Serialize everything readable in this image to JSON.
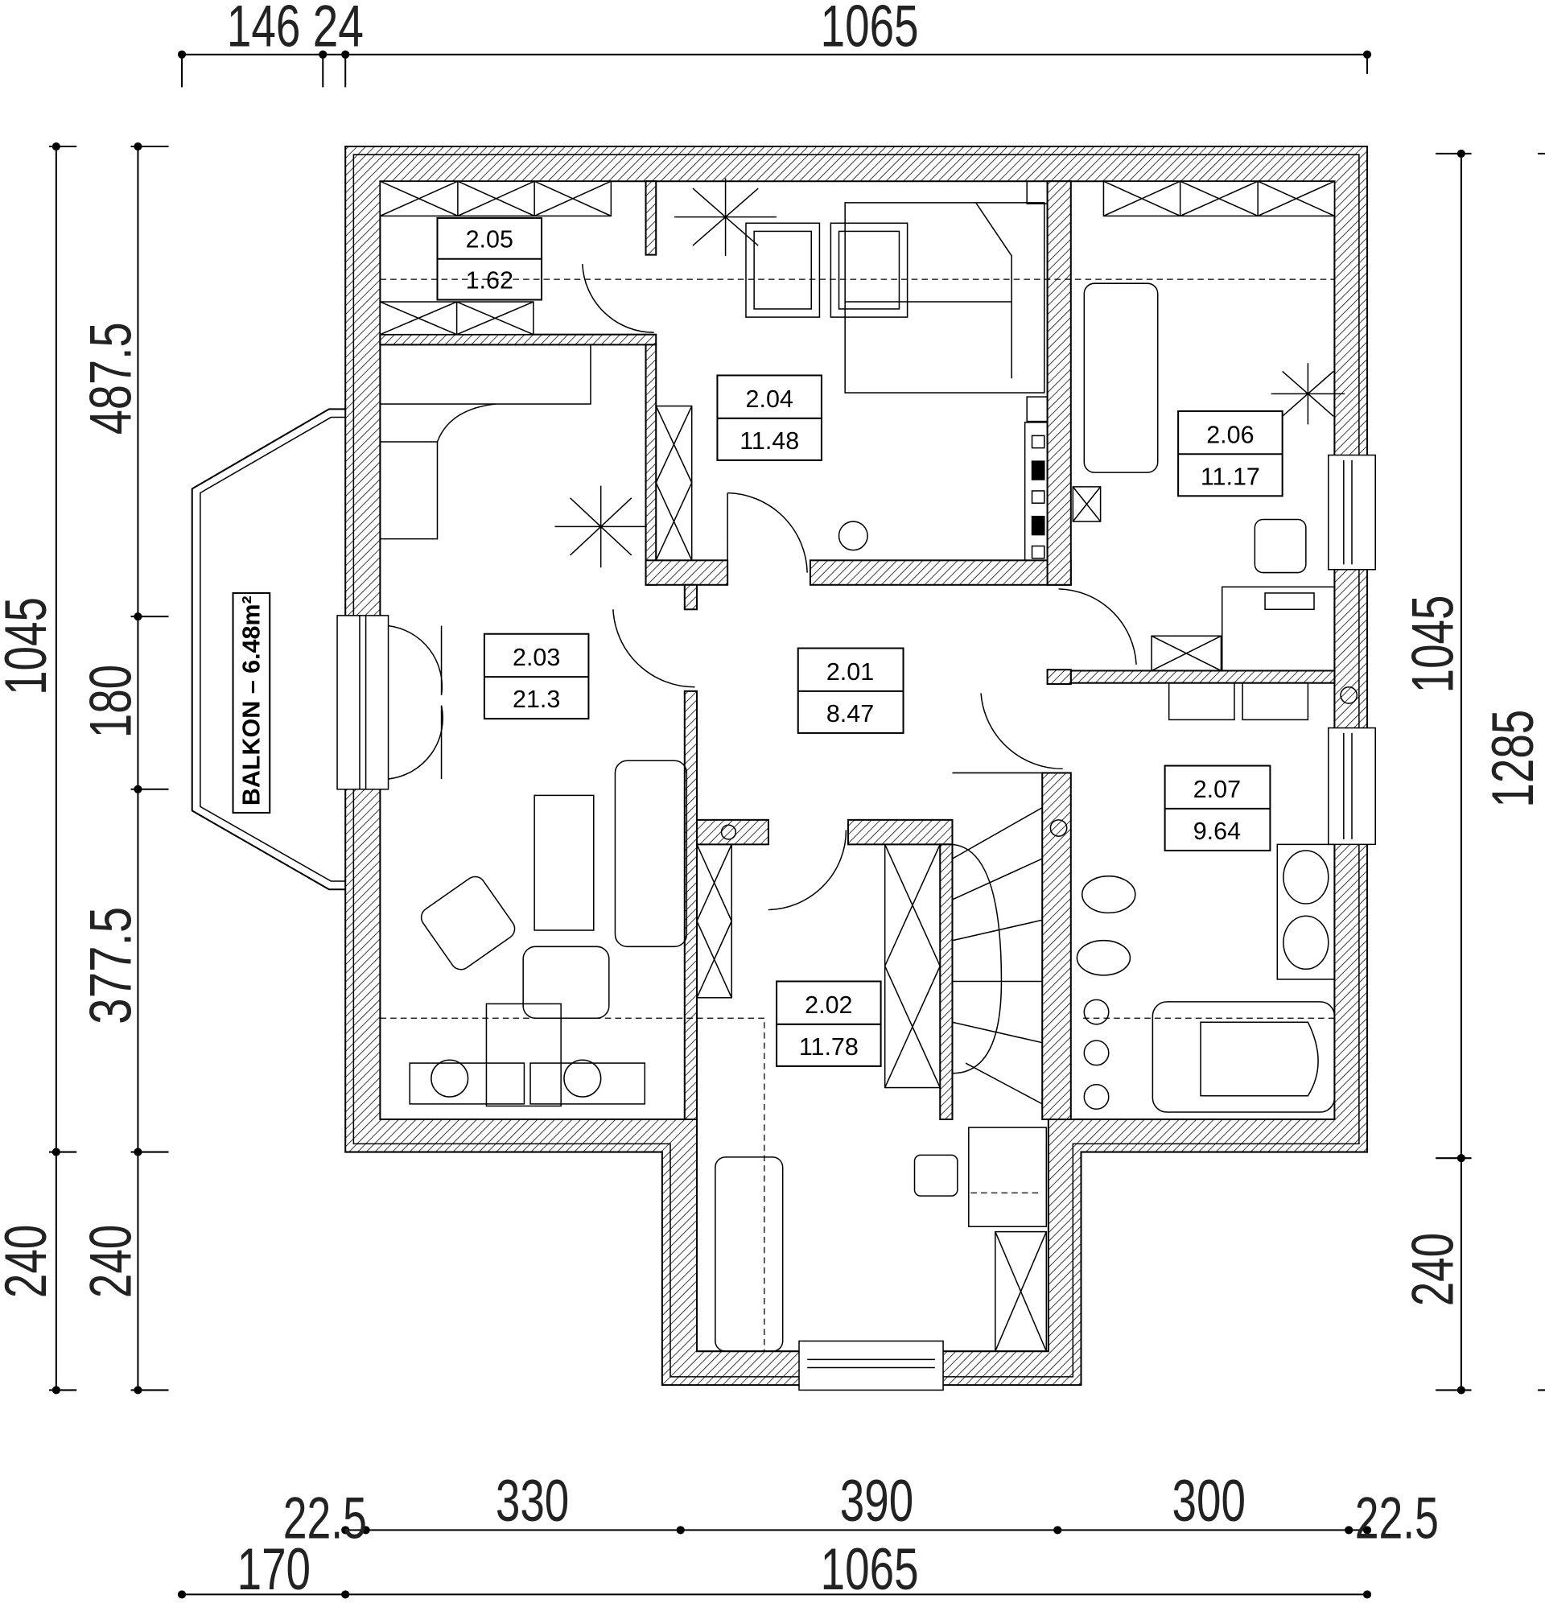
{
  "dimensions": {
    "top": [
      "146",
      "24",
      "1065"
    ],
    "left_outer": [
      "1045",
      "240"
    ],
    "left_inner": [
      "487.5",
      "180",
      "377.5",
      "240"
    ],
    "right_inner": [
      "1045",
      "240"
    ],
    "right_outer": [
      "1285"
    ],
    "bottom_upper": [
      "22.5",
      "330",
      "390",
      "300",
      "22.5"
    ],
    "bottom_lower": [
      "170",
      "1065"
    ]
  },
  "rooms": [
    {
      "id": "2.05",
      "area": "1.62"
    },
    {
      "id": "2.04",
      "area": "11.48"
    },
    {
      "id": "2.06",
      "area": "11.17"
    },
    {
      "id": "2.03",
      "area": "21.3"
    },
    {
      "id": "2.01",
      "area": "8.47"
    },
    {
      "id": "2.07",
      "area": "9.64"
    },
    {
      "id": "2.02",
      "area": "11.78"
    }
  ],
  "balcony": {
    "label": "BALKON  –  6.48m²"
  }
}
